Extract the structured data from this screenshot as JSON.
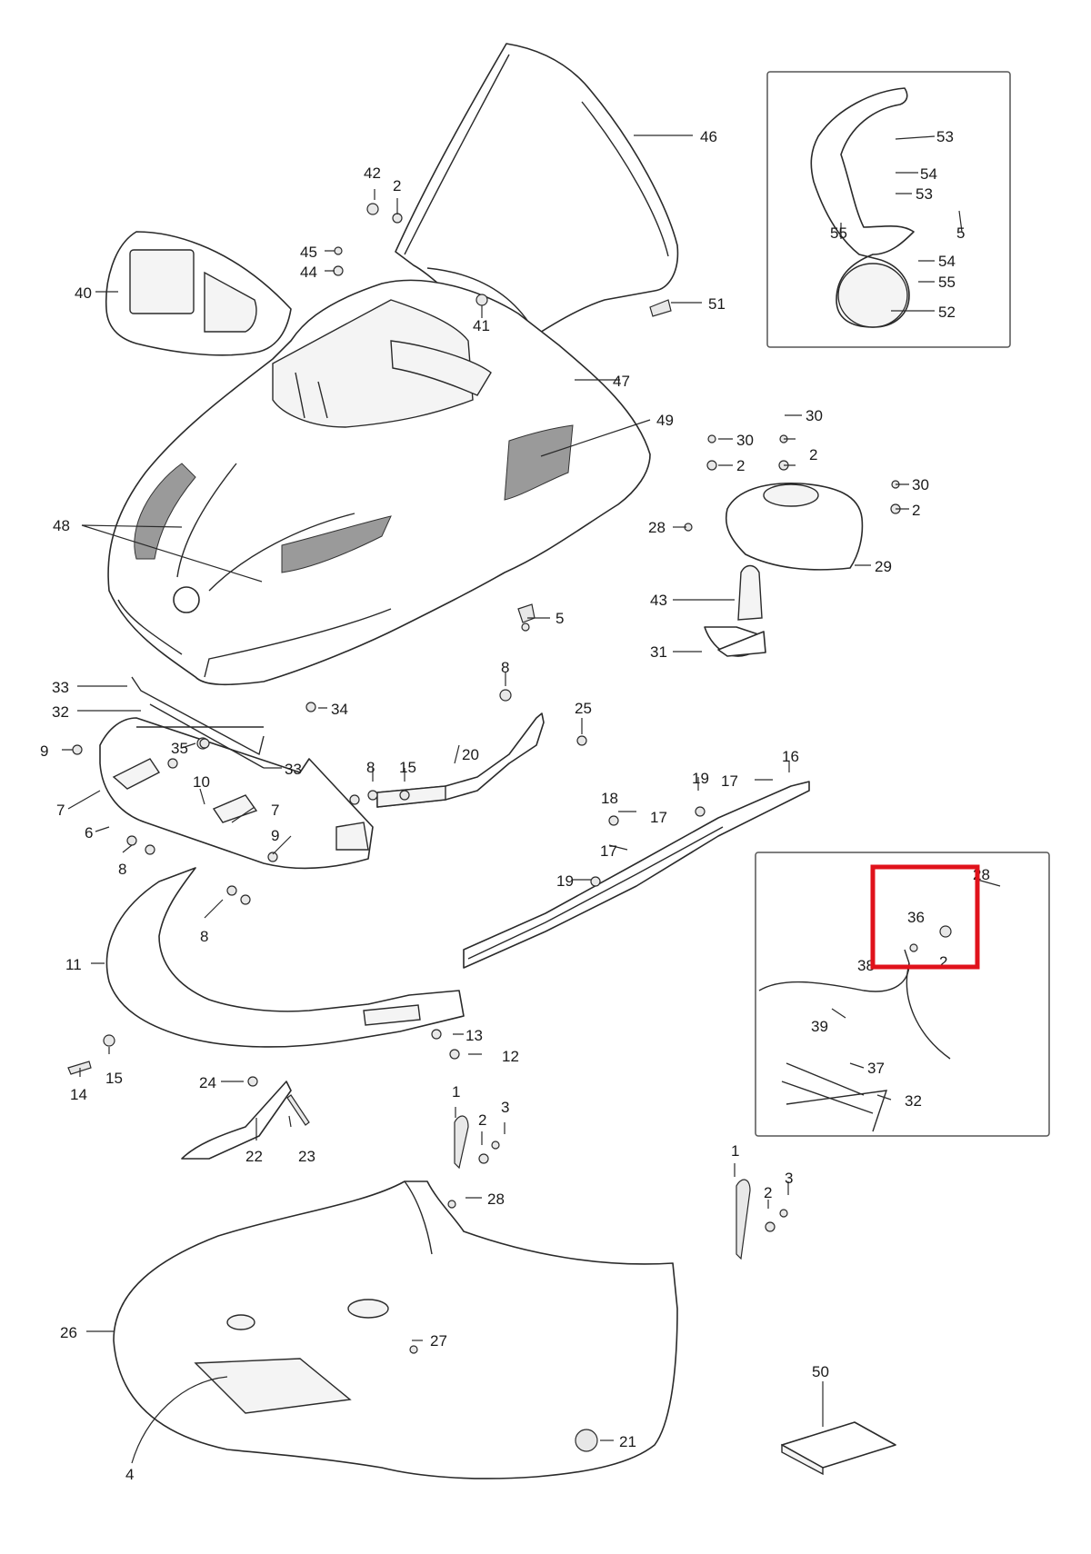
{
  "highlight": {
    "color": "#e0121b"
  },
  "callouts": {
    "c46": "46",
    "c42": "42",
    "c2a": "2",
    "c45": "45",
    "c44": "44",
    "c40": "40",
    "c41": "41",
    "c51": "51",
    "c47": "47",
    "c49": "49",
    "c48": "48",
    "c5a": "5",
    "c53a": "53",
    "c54a": "54",
    "c53b": "53",
    "c55a": "55",
    "c5b": "5",
    "c54b": "54",
    "c55b": "55",
    "c52": "52",
    "c30a": "30",
    "c30b": "30",
    "c2b": "2",
    "c2c": "2",
    "c30c": "30",
    "c2d": "2",
    "c28a": "28",
    "c29": "29",
    "c43": "43",
    "c31": "31",
    "c33a": "33",
    "c32a": "32",
    "c34": "34",
    "c8a": "8",
    "c25": "25",
    "c9a": "9",
    "c35": "35",
    "c33b": "33",
    "c8b": "8",
    "c15a": "15",
    "c20": "20",
    "c16": "16",
    "c19a": "19",
    "c17a": "17",
    "c18": "18",
    "c17b": "17",
    "c7a": "7",
    "c10": "10",
    "c7b": "7",
    "c6": "6",
    "c9b": "9",
    "c17c": "17",
    "c8c": "8",
    "c19b": "19",
    "c8d": "8",
    "c28b": "28",
    "c36": "36",
    "c2e": "2",
    "c38": "38",
    "c39": "39",
    "c37": "37",
    "c32b": "32",
    "c11": "11",
    "c13": "13",
    "c12": "12",
    "c14": "14",
    "c15b": "15",
    "c24": "24",
    "c22": "22",
    "c23": "23",
    "c1a": "1",
    "c2f": "2",
    "c3a": "3",
    "c28c": "28",
    "c1b": "1",
    "c2g": "2",
    "c3b": "3",
    "c26": "26",
    "c27": "27",
    "c4": "4",
    "c21": "21",
    "c50": "50"
  }
}
